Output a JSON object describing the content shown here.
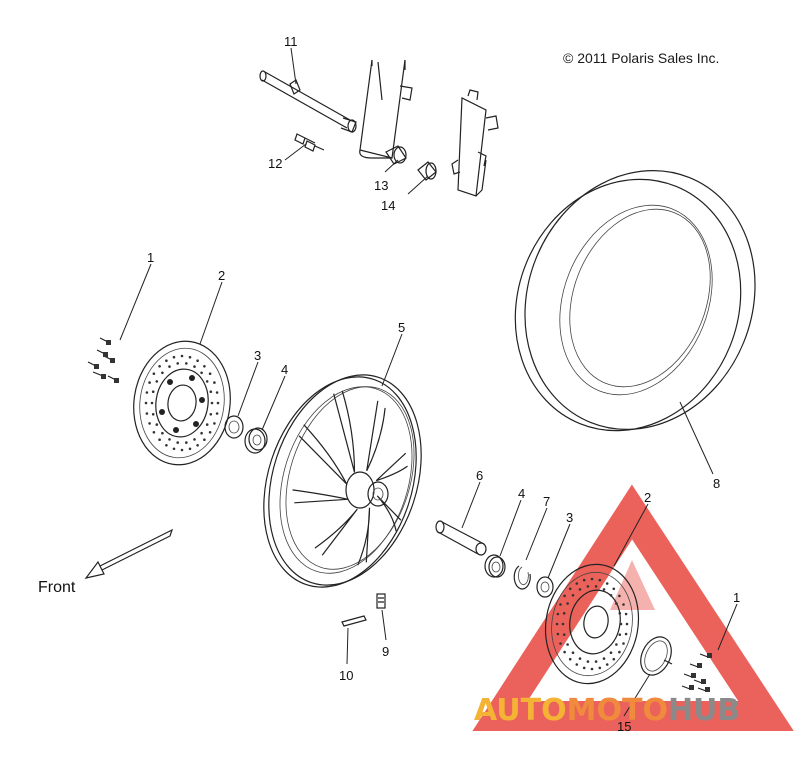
{
  "copyright": "© 2011 Polaris Sales Inc.",
  "direction_label": "Front",
  "watermark": {
    "part1": "AUTO",
    "part2": "MOTO",
    "part3": "HUB",
    "color_accent": "#f5b335",
    "color_mid": "#f08a3c",
    "color_dark": "#8a8a8a",
    "triangle_color": "#e8473f"
  },
  "callouts": [
    {
      "id": "c11",
      "label": "11"
    },
    {
      "id": "c12",
      "label": "12"
    },
    {
      "id": "c13",
      "label": "13"
    },
    {
      "id": "c14",
      "label": "14"
    },
    {
      "id": "c1a",
      "label": "1"
    },
    {
      "id": "c2a",
      "label": "2"
    },
    {
      "id": "c3a",
      "label": "3"
    },
    {
      "id": "c4a",
      "label": "4"
    },
    {
      "id": "c5",
      "label": "5"
    },
    {
      "id": "c8",
      "label": "8"
    },
    {
      "id": "c6",
      "label": "6"
    },
    {
      "id": "c4b",
      "label": "4"
    },
    {
      "id": "c7",
      "label": "7"
    },
    {
      "id": "c3b",
      "label": "3"
    },
    {
      "id": "c2b",
      "label": "2"
    },
    {
      "id": "c1b",
      "label": "1"
    },
    {
      "id": "c9",
      "label": "9"
    },
    {
      "id": "c10",
      "label": "10"
    },
    {
      "id": "c15",
      "label": "15"
    }
  ]
}
